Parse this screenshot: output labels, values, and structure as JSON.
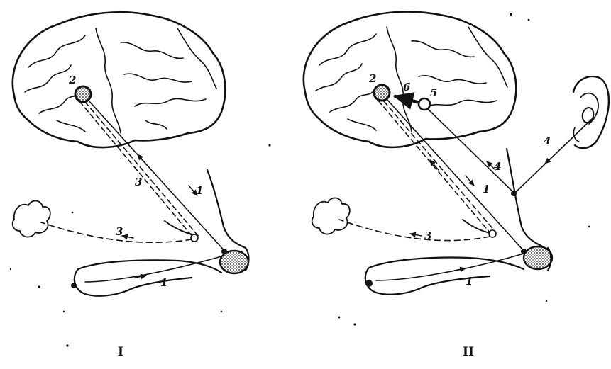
{
  "panels": [
    {
      "id": "I",
      "label": "I",
      "labels": {
        "center": "2",
        "path_direct": "1",
        "path_cortical": "3",
        "path_gland": "3",
        "path_tongue": "1"
      }
    },
    {
      "id": "II",
      "label": "II",
      "labels": {
        "center": "2",
        "link": "6",
        "auditory_center": "5",
        "path_direct": "1",
        "path_auditory": "4",
        "path_auditory_ear": "4",
        "path_gland": "3",
        "path_tongue": "1"
      }
    }
  ],
  "colors": {
    "ink": "#111111",
    "background": "#ffffff"
  }
}
